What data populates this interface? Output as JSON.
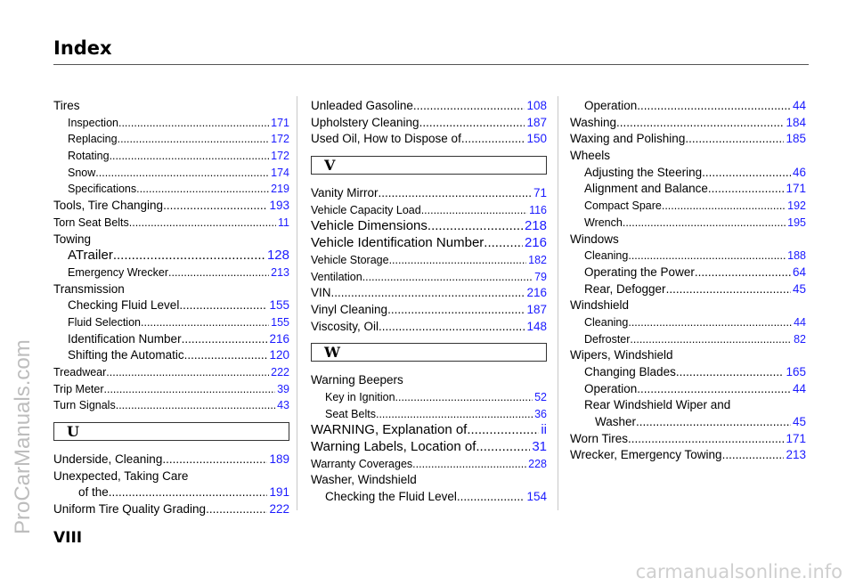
{
  "header": {
    "title": "Index"
  },
  "footer": {
    "page_label": "VIII"
  },
  "watermarks": {
    "left": "ProCarManuals.com",
    "bottom": "carmanualsonline.info"
  },
  "columns": [
    [
      {
        "type": "entry",
        "level": 1,
        "size": "n",
        "term": "Tires",
        "page": ""
      },
      {
        "type": "entry",
        "level": 2,
        "size": "sm",
        "term": "Inspection",
        "page": "171"
      },
      {
        "type": "entry",
        "level": 2,
        "size": "sm",
        "term": "Replacing",
        "page": "172"
      },
      {
        "type": "entry",
        "level": 2,
        "size": "sm",
        "term": "Rotating",
        "page": "172"
      },
      {
        "type": "entry",
        "level": 2,
        "size": "sm",
        "term": "Snow",
        "page": "174"
      },
      {
        "type": "entry",
        "level": 2,
        "size": "sm",
        "term": "Specifications",
        "page": "219"
      },
      {
        "type": "entry",
        "level": 1,
        "size": "n",
        "term": "Tools, Tire Changing",
        "page": "193"
      },
      {
        "type": "entry",
        "level": 1,
        "size": "sm",
        "term": "Torn Seat Belts",
        "page": "11"
      },
      {
        "type": "entry",
        "level": 1,
        "size": "n",
        "term": "Towing",
        "page": ""
      },
      {
        "type": "entry",
        "level": 2,
        "size": "lg",
        "term": "ATrailer",
        "page": "128"
      },
      {
        "type": "entry",
        "level": 2,
        "size": "sm",
        "term": "Emergency Wrecker",
        "page": "213"
      },
      {
        "type": "entry",
        "level": 1,
        "size": "n",
        "term": "Transmission",
        "page": ""
      },
      {
        "type": "entry",
        "level": 2,
        "size": "n",
        "term": "Checking Fluid Level",
        "page": "155"
      },
      {
        "type": "entry",
        "level": 2,
        "size": "sm",
        "term": "Fluid Selection",
        "page": "155"
      },
      {
        "type": "entry",
        "level": 2,
        "size": "n",
        "term": "Identification Number",
        "page": "216"
      },
      {
        "type": "entry",
        "level": 2,
        "size": "n",
        "term": "Shifting the Automatic",
        "page": "120"
      },
      {
        "type": "entry",
        "level": 1,
        "size": "sm",
        "term": "Treadwear",
        "page": "222"
      },
      {
        "type": "entry",
        "level": 1,
        "size": "sm",
        "term": "Trip Meter",
        "page": "39"
      },
      {
        "type": "entry",
        "level": 1,
        "size": "sm",
        "term": "Turn Signals",
        "page": "43"
      },
      {
        "type": "section",
        "letter": "U"
      },
      {
        "type": "entry",
        "level": 1,
        "size": "n",
        "term": "Underside, Cleaning",
        "page": "189"
      },
      {
        "type": "entry",
        "level": 1,
        "size": "n",
        "term": "Unexpected, Taking Care",
        "page": ""
      },
      {
        "type": "entry",
        "level": 3,
        "size": "n",
        "term": "of the",
        "page": "191"
      },
      {
        "type": "entry",
        "level": 1,
        "size": "n",
        "term": "Uniform Tire Quality Grading",
        "page": "222"
      }
    ],
    [
      {
        "type": "entry",
        "level": 1,
        "size": "n",
        "term": "Unleaded Gasoline",
        "page": "108"
      },
      {
        "type": "entry",
        "level": 1,
        "size": "n",
        "term": "Upholstery Cleaning",
        "page": "187"
      },
      {
        "type": "entry",
        "level": 1,
        "size": "n",
        "term": "Used Oil, How to Dispose of",
        "page": "150"
      },
      {
        "type": "section",
        "letter": "V"
      },
      {
        "type": "entry",
        "level": 1,
        "size": "n",
        "term": "Vanity Mirror",
        "page": "71"
      },
      {
        "type": "entry",
        "level": 1,
        "size": "sm",
        "term": "Vehicle Capacity Load",
        "page": "116"
      },
      {
        "type": "entry",
        "level": 1,
        "size": "lg",
        "term": "Vehicle Dimensions",
        "page": "218"
      },
      {
        "type": "entry",
        "level": 1,
        "size": "lg",
        "term": "Vehicle Identification Number",
        "page": "216"
      },
      {
        "type": "entry",
        "level": 1,
        "size": "sm",
        "term": "Vehicle Storage",
        "page": "182"
      },
      {
        "type": "entry",
        "level": 1,
        "size": "sm",
        "term": "Ventilation",
        "page": "79"
      },
      {
        "type": "entry",
        "level": 1,
        "size": "n",
        "term": "VIN",
        "page": "216"
      },
      {
        "type": "entry",
        "level": 1,
        "size": "n",
        "term": "Vinyl Cleaning",
        "page": "187"
      },
      {
        "type": "entry",
        "level": 1,
        "size": "n",
        "term": "Viscosity, Oil",
        "page": "148"
      },
      {
        "type": "section",
        "letter": "W"
      },
      {
        "type": "entry",
        "level": 1,
        "size": "n",
        "term": "Warning Beepers",
        "page": ""
      },
      {
        "type": "entry",
        "level": 2,
        "size": "sm",
        "term": "Key in Ignition",
        "page": "52"
      },
      {
        "type": "entry",
        "level": 2,
        "size": "sm",
        "term": "Seat Belts",
        "page": "36"
      },
      {
        "type": "entry",
        "level": 1,
        "size": "lg",
        "term": "WARNING, Explanation of",
        "page": "ii"
      },
      {
        "type": "entry",
        "level": 1,
        "size": "lg",
        "term": "Warning Labels, Location of",
        "page": "31"
      },
      {
        "type": "entry",
        "level": 1,
        "size": "sm",
        "term": "Warranty Coverages",
        "page": "228"
      },
      {
        "type": "entry",
        "level": 1,
        "size": "n",
        "term": "Washer, Windshield",
        "page": ""
      },
      {
        "type": "entry",
        "level": 2,
        "size": "n",
        "term": "Checking the Fluid Level",
        "page": "154"
      }
    ],
    [
      {
        "type": "entry",
        "level": 2,
        "size": "n",
        "term": "Operation",
        "page": "44"
      },
      {
        "type": "entry",
        "level": 1,
        "size": "n",
        "term": "Washing",
        "page": "184"
      },
      {
        "type": "entry",
        "level": 1,
        "size": "n",
        "term": "Waxing and Polishing",
        "page": "185"
      },
      {
        "type": "entry",
        "level": 1,
        "size": "n",
        "term": "Wheels",
        "page": ""
      },
      {
        "type": "entry",
        "level": 2,
        "size": "n",
        "term": "Adjusting the Steering",
        "page": "46"
      },
      {
        "type": "entry",
        "level": 2,
        "size": "n",
        "term": "Alignment and Balance",
        "page": "171"
      },
      {
        "type": "entry",
        "level": 2,
        "size": "sm",
        "term": "Compact Spare",
        "page": "192"
      },
      {
        "type": "entry",
        "level": 2,
        "size": "sm",
        "term": "Wrench",
        "page": "195"
      },
      {
        "type": "entry",
        "level": 1,
        "size": "n",
        "term": "Windows",
        "page": ""
      },
      {
        "type": "entry",
        "level": 2,
        "size": "sm",
        "term": "Cleaning",
        "page": "188"
      },
      {
        "type": "entry",
        "level": 2,
        "size": "n",
        "term": "Operating the Power",
        "page": "64"
      },
      {
        "type": "entry",
        "level": 2,
        "size": "n",
        "term": "Rear, Defogger",
        "page": "45"
      },
      {
        "type": "entry",
        "level": 1,
        "size": "n",
        "term": "Windshield",
        "page": ""
      },
      {
        "type": "entry",
        "level": 2,
        "size": "sm",
        "term": "Cleaning",
        "page": "44"
      },
      {
        "type": "entry",
        "level": 2,
        "size": "sm",
        "term": "Defroster",
        "page": "82"
      },
      {
        "type": "entry",
        "level": 1,
        "size": "n",
        "term": "Wipers, Windshield",
        "page": ""
      },
      {
        "type": "entry",
        "level": 2,
        "size": "n",
        "term": "Changing Blades",
        "page": "165"
      },
      {
        "type": "entry",
        "level": 2,
        "size": "n",
        "term": "Operation",
        "page": "44"
      },
      {
        "type": "entry",
        "level": 2,
        "size": "n",
        "term": "Rear Windshield Wiper and",
        "page": ""
      },
      {
        "type": "entry",
        "level": 3,
        "size": "n",
        "term": "Washer",
        "page": "45"
      },
      {
        "type": "entry",
        "level": 1,
        "size": "n",
        "term": "Worn Tires",
        "page": "171"
      },
      {
        "type": "entry",
        "level": 1,
        "size": "n",
        "term": "Wrecker, Emergency Towing",
        "page": "213"
      }
    ]
  ]
}
